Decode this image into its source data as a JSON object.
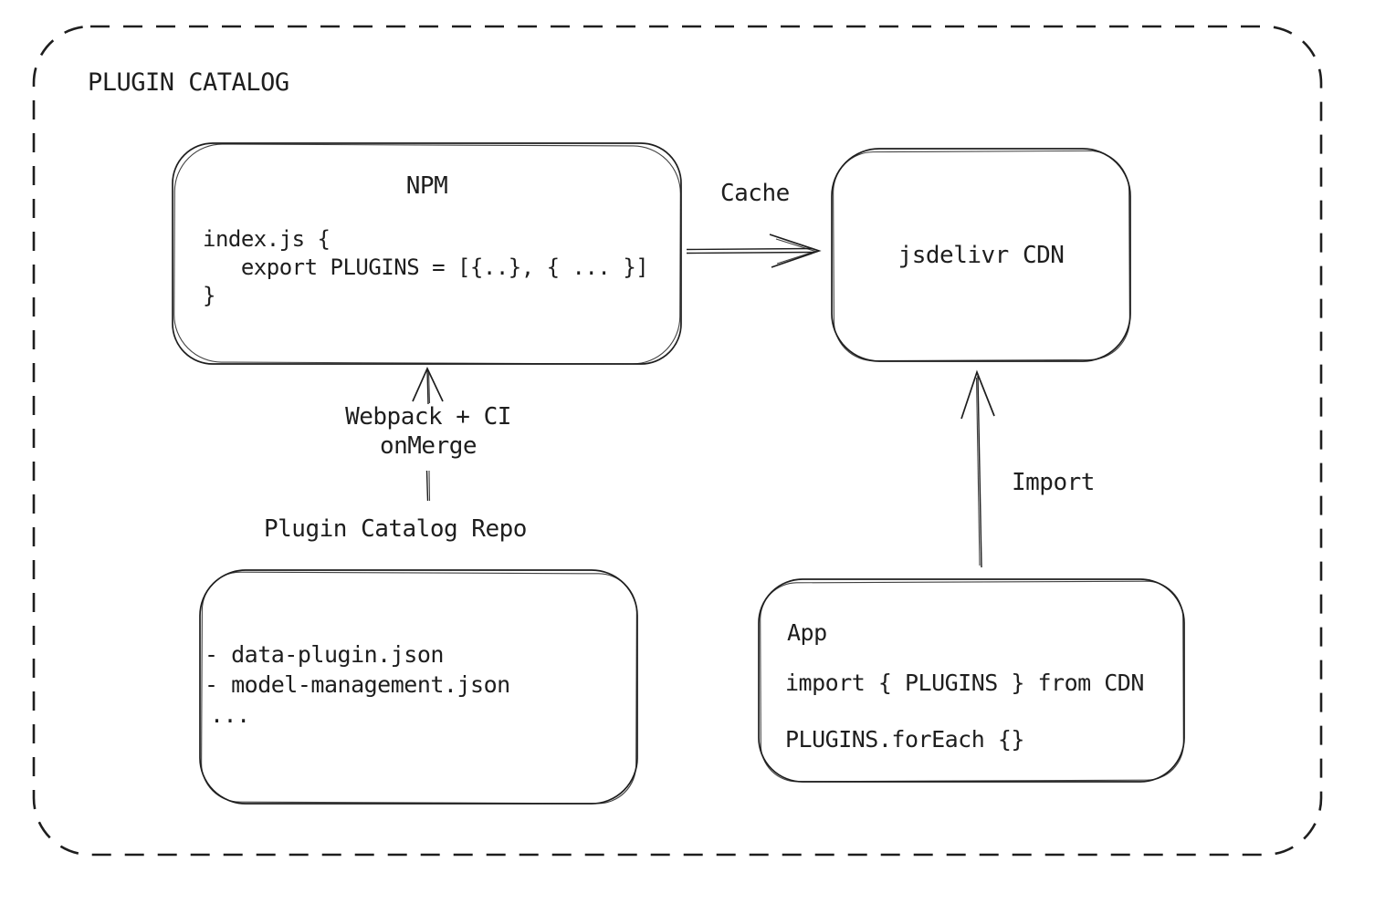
{
  "diagram": {
    "title": "PLUGIN CATALOG",
    "colors": {
      "stroke": "#1e1e1e",
      "text": "#1e1e1e",
      "background": "#ffffff"
    },
    "nodes": {
      "npm": {
        "title": "NPM",
        "code": [
          "index.js {",
          "   export PLUGINS = [{..}, { ... }]",
          "}"
        ]
      },
      "cdn": {
        "label": "jsdelivr CDN"
      },
      "repo": {
        "label": "Plugin Catalog Repo",
        "files": [
          "- data-plugin.json",
          "- model-management.json",
          "..."
        ]
      },
      "app": {
        "title": "App",
        "code": [
          "import { PLUGINS } from CDN",
          "PLUGINS.forEach {}"
        ]
      }
    },
    "edges": {
      "cache": {
        "label": "Cache"
      },
      "build": {
        "label": [
          "Webpack + CI",
          "onMerge"
        ]
      },
      "import": {
        "label": "Import"
      }
    }
  }
}
